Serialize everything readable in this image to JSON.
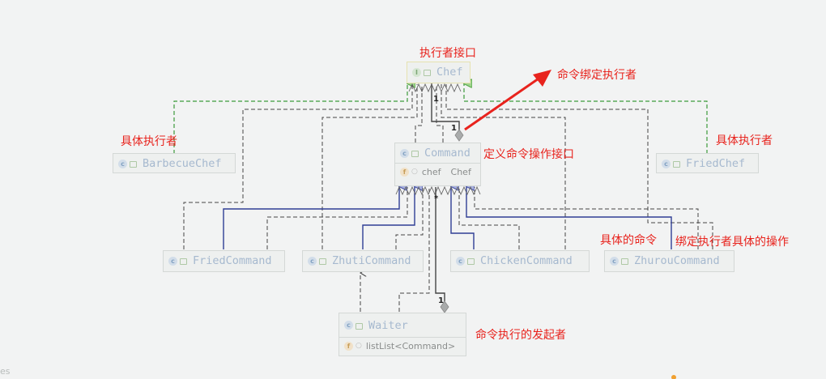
{
  "classes": {
    "chef": {
      "name": "Chef",
      "kind": "interface"
    },
    "barbecue_chef": {
      "name": "BarbecueChef",
      "kind": "class"
    },
    "fried_chef": {
      "name": "FriedChef",
      "kind": "class"
    },
    "command": {
      "name": "Command",
      "kind": "class",
      "field_name": "chef",
      "field_type": "Chef"
    },
    "fried_command": {
      "name": "FriedCommand",
      "kind": "class"
    },
    "zhuti_command": {
      "name": "ZhutiCommand",
      "kind": "class"
    },
    "chicken_command": {
      "name": "ChickenCommand",
      "kind": "class"
    },
    "zhurou_command": {
      "name": "ZhurouCommand",
      "kind": "class"
    },
    "waiter": {
      "name": "Waiter",
      "kind": "class",
      "field_name": "listList<Command>"
    }
  },
  "icons": {
    "interface": "I",
    "class": "c",
    "field": "f"
  },
  "annotations": {
    "executor_interface": "执行者接口",
    "command_binds_executor": "命令绑定执行者",
    "concrete_executor_left": "具体执行者",
    "concrete_executor_right": "具体执行者",
    "define_command_interface": "定义命令操作接口",
    "concrete_command": "具体的命令",
    "bind_concrete_operation": "绑定执行者具体的操作",
    "command_initiator": "命令执行的发起者"
  },
  "multiplicity": {
    "chef_end": "1",
    "command_to_chef": "1",
    "waiter_to_command": "*",
    "waiter_end": "1"
  },
  "footer_fragment": "es",
  "colors": {
    "realization": "#3d9a3b",
    "inheritance": "#2f3e95",
    "dependency": "#454545",
    "annotation": "#e8231d",
    "class_name": "#a6b9cf"
  }
}
